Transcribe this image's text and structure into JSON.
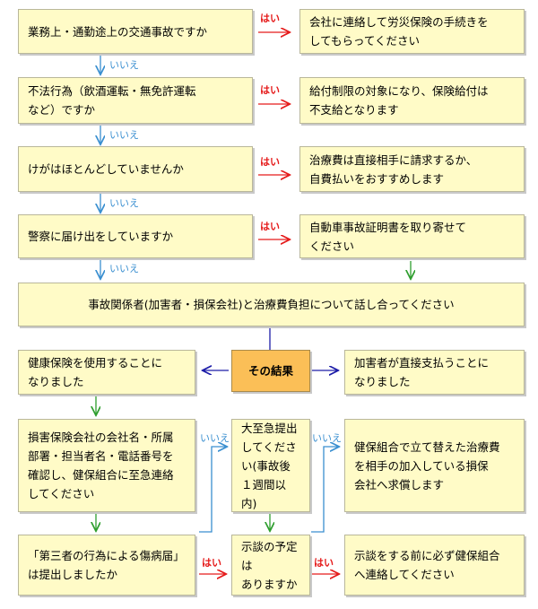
{
  "questions": {
    "q1": "業務上・通勤途上の交通事故ですか",
    "q2": "不法行為（飲酒運転・無免許運転\nなど）ですか",
    "q3": "けがはほとんどしていませんか",
    "q4": "警察に届け出をしていますか"
  },
  "answers": {
    "a1": "会社に連絡して労災保険の手続きを\nしてもらってください",
    "a2": "給付制限の対象になり、保険給付は\n不支給となります",
    "a3": "治療費は直接相手に請求するか、\n自費払いをおすすめします",
    "a4": "自動車事故証明書を取り寄せて\nください"
  },
  "discussion": "事故関係者(加害者・損保会社)と治療費負担について話し合ってください",
  "result": {
    "center": "その結果",
    "left": "健康保険を使用することに\nなりました",
    "right": "加害者が直接支払うことに\nなりました"
  },
  "lower": {
    "contact": "損害保険会社の会社名・所属\n部署・担当者名・電話番号を\n確認し、健保組合に至急連絡\nしてください",
    "third_party_q": "「第三者の行為による傷病届」\nは提出しましたか",
    "submit_asap": "大至急提出\nしてくださ\nい(事故後\n１週間以内)",
    "settlement_q": "示談の予定は\nありますか",
    "reimburse": "健保組合で立て替えた治療費\nを相手の加入している損保\n会社へ求償します",
    "contact_before": "示談をする前に必ず健保組合\nへ連絡してください"
  },
  "labels": {
    "yes": "はい",
    "no": "いいえ"
  },
  "colors": {
    "box_fill": "#fffbc7",
    "result_fill": "#fbbf57",
    "yes_arrow": "#e51a1a",
    "no_arrow": "#3a8fd0",
    "flow_arrow": "#2e9e2e",
    "result_arrow": "#1c1ca8"
  }
}
